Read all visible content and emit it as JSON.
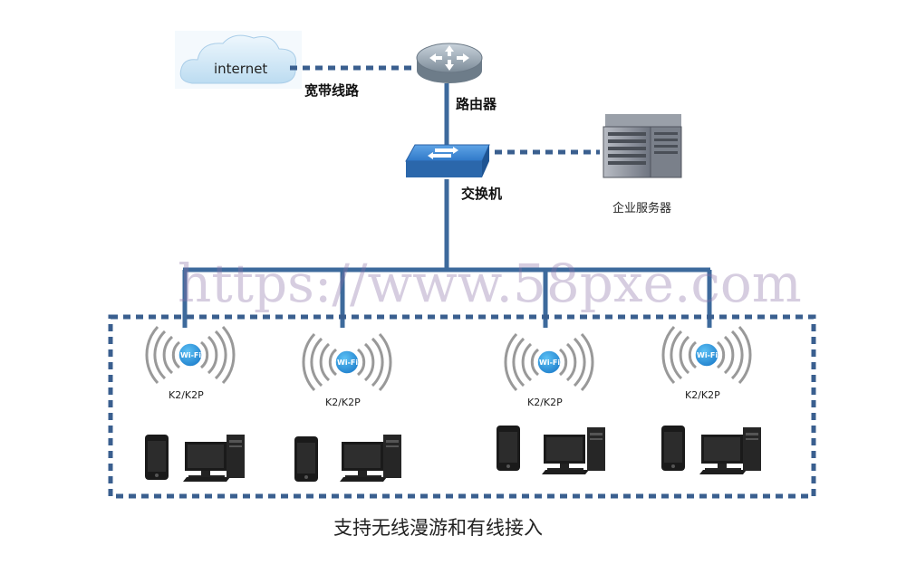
{
  "internet_label": "internet",
  "broadband_label": "宽带线路",
  "router_label": "路由器",
  "switch_label": "交换机",
  "server_label": "企业服务器",
  "wifi_icon_text": "Wi-Fi",
  "access_points": [
    {
      "label": "K2/K2P"
    },
    {
      "label": "K2/K2P"
    },
    {
      "label": "K2/K2P"
    },
    {
      "label": "K2/K2P"
    }
  ],
  "caption": "支持无线漫游和有线接入",
  "watermark": "https://www.58pxe.com",
  "colors": {
    "line": "#3d6a9c",
    "dash": "#3a5f8f",
    "wifi_blue": "#2a8fd6",
    "wave_gray": "#9a9a9a",
    "cloud": "#cfe6f6"
  }
}
